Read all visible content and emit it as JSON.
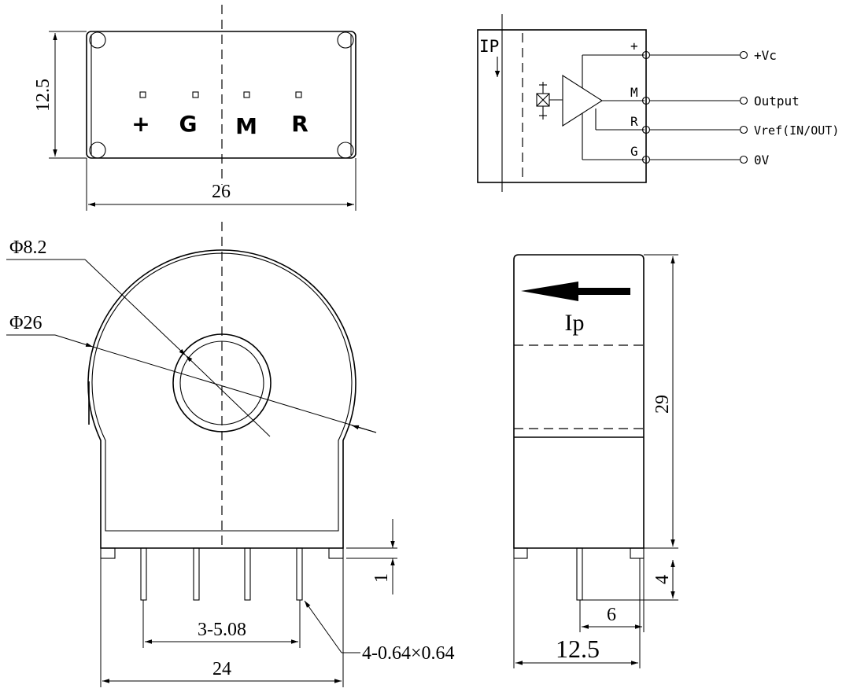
{
  "top_view": {
    "pins": [
      "+",
      "G",
      "M",
      "R"
    ],
    "dim_height": "12.5",
    "dim_width": "26"
  },
  "schematic": {
    "primary": "IP",
    "pin_plus": "+",
    "pin_m": "M",
    "pin_r": "R",
    "pin_g": "G",
    "out_vc": "+Vc",
    "out_output": "Output",
    "out_vref": "Vref(IN/OUT)",
    "out_0v": "0V"
  },
  "front_view": {
    "dim_hole": "Φ8.2",
    "dim_outer": "Φ26",
    "dim_pitch": "3-5.08",
    "dim_pin_size": "4-0.64×0.64",
    "dim_width": "24",
    "dim_standoff": "1"
  },
  "side_view": {
    "current_label": "Ip",
    "dim_height": "29",
    "dim_pin_length": "4",
    "dim_pin_offset": "6",
    "dim_width": "12.5"
  }
}
